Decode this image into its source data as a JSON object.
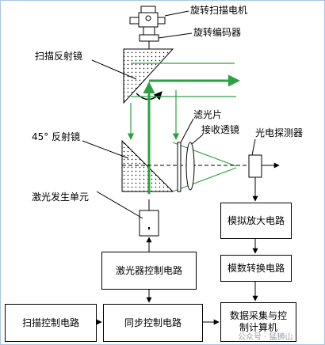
{
  "labels": {
    "rot_motor": "旋转扫描电机",
    "rot_encoder": "旋转编码器",
    "scan_mirror": "扫描反射镜",
    "filter": "滤光片",
    "recv_lens": "接收透镜",
    "photodetector": "光电探测器",
    "mirror45": "45° 反射镜",
    "laser_unit": "激光发生单元"
  },
  "boxes": {
    "analog_amp": "模拟放大电路",
    "adc": "模数转换电路",
    "laser_ctrl": "激光器控制电路",
    "scan_ctrl": "扫描控制电路",
    "sync_ctrl": "同步控制电路",
    "daq_line1": "数据采集与控",
    "daq_line2": "制计算机"
  },
  "watermark": "公众号 · 猛狮山",
  "colors": {
    "beam": "#2ea043",
    "line": "#000000",
    "frame": "#a9c6e6"
  }
}
